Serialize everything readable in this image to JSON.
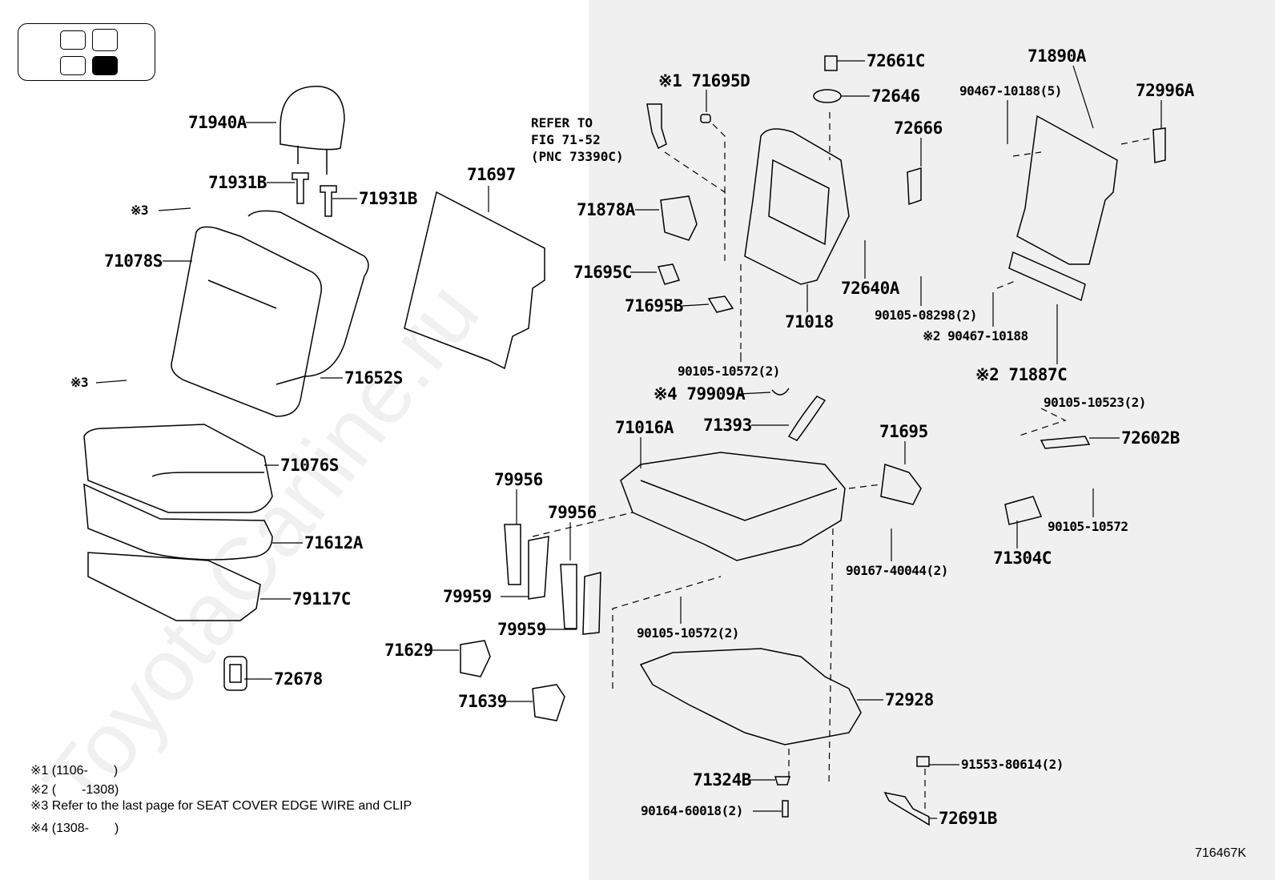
{
  "legend_icon": {
    "name": "seat-position-indicator",
    "highlighted": "rear-right"
  },
  "watermark": "ToyotaCarline.ru",
  "refer_note": "REFER TO\nFIG 71-52\n(PNC 73390C)",
  "labels": [
    "71940A",
    "71931B",
    "71931B",
    "※3",
    "71078S",
    "71697",
    "71652S",
    "※3",
    "71076S",
    "71612A",
    "79117C",
    "72678",
    "※1 71695D",
    "72661C",
    "72646",
    "72666",
    "71890A",
    "90467-10188(5)",
    "72996A",
    "71878A",
    "71695C",
    "71695B",
    "71018",
    "72640A",
    "90105-08298(2)",
    "※2 90467-10188",
    "※2 71887C",
    "90105-10572(2)",
    "※4 79909A",
    "71393",
    "71016A",
    "71695",
    "90105-10523(2)",
    "72602B",
    "79956",
    "79956",
    "79959",
    "79959",
    "90105-10572(2)",
    "90167-40044(2)",
    "90105-10572",
    "71304C",
    "71629",
    "71639",
    "72928",
    "71324B",
    "90164-60018(2)",
    "91553-80614(2)",
    "72691B"
  ],
  "notes": [
    "※1 (1106-　　)",
    "※2 (　　-1308)",
    "※3 Refer to the last page for SEAT COVER EDGE WIRE and CLIP",
    "※4 (1308-　　)"
  ],
  "illustration_code": "716467K"
}
